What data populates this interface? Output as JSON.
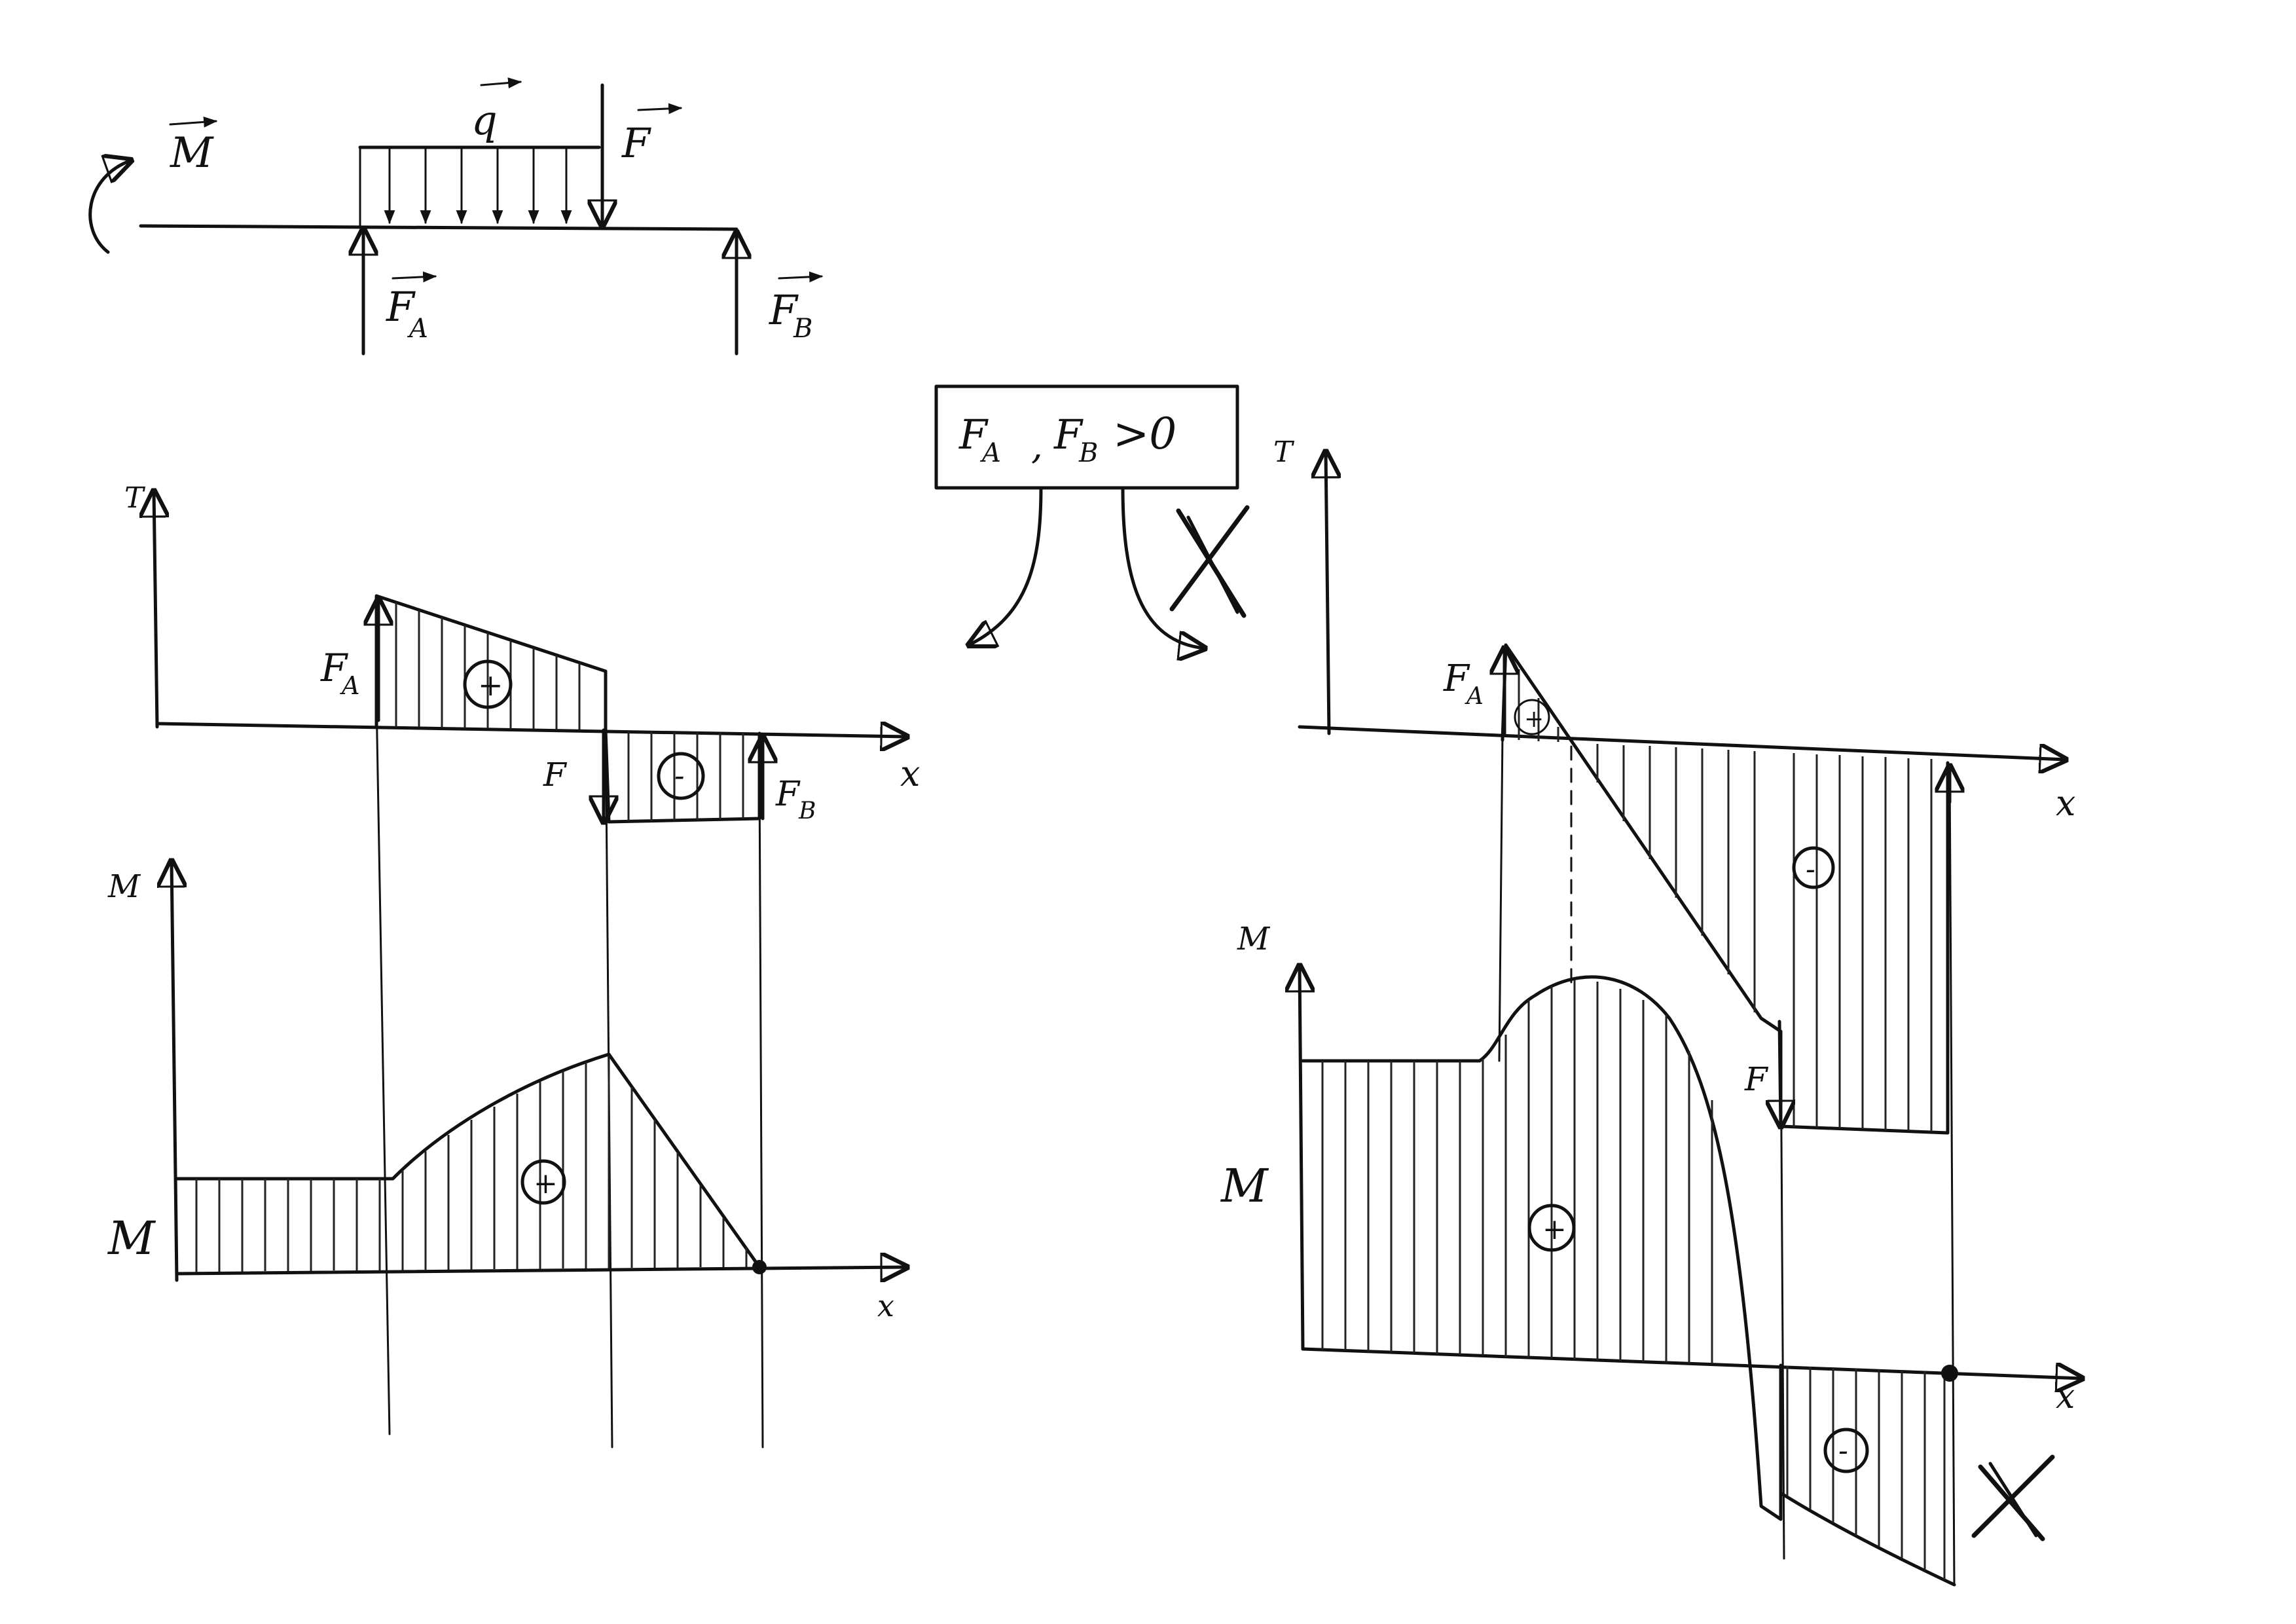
{
  "beam": {
    "moment": "M",
    "load": "q",
    "force": "F",
    "support_a": "F",
    "support_a_sub": "A",
    "support_b": "F",
    "support_b_sub": "B"
  },
  "condition": {
    "text": "F",
    "a_sub": "A",
    "sep": ",",
    "b": "F",
    "b_sub": "B",
    "relation": ">0"
  },
  "left": {
    "t_axis": "T",
    "t_x": "x",
    "fa": "F",
    "fa_sub": "A",
    "f": "F",
    "fb": "F",
    "fb_sub": "B",
    "plus": "+",
    "minus": "-",
    "m_axis": "M",
    "m_x": "x",
    "m_label": "M",
    "m_plus": "+"
  },
  "right": {
    "t_axis": "T",
    "t_x": "x",
    "fa": "F",
    "fa_sub": "A",
    "f": "F",
    "plus": "+",
    "minus": "-",
    "m_axis": "M",
    "m_x": "x",
    "m_label": "M",
    "m_plus": "+",
    "m_minus": "-"
  }
}
